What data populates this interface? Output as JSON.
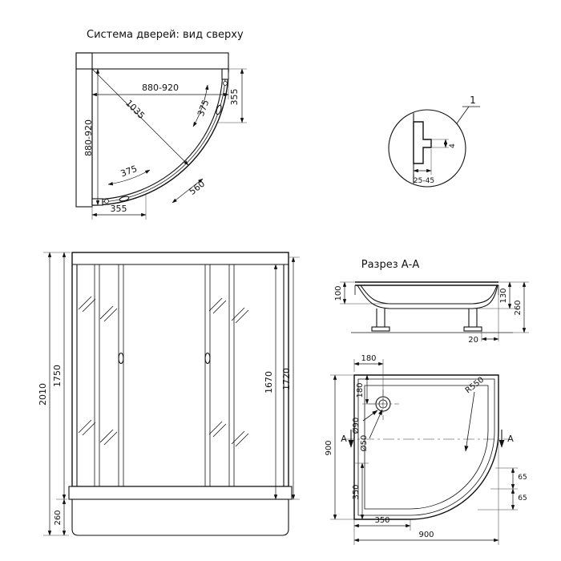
{
  "page": {
    "background": "#ffffff",
    "line_color": "#111111"
  },
  "top_view": {
    "title": "Система дверей: вид сверху",
    "dim_width_top": "880-920",
    "dim_side_right": "355",
    "dim_diagonal": "1035",
    "dim_door_right": "375",
    "dim_width_left": "880-920",
    "dim_door_left": "375",
    "dim_arc_chord": "560",
    "dim_side_bottom": "355"
  },
  "detail_callout": {
    "label": "1",
    "dim_adjust_range": "25-45",
    "dim_profile_step": "4"
  },
  "front_view": {
    "dim_total_height": "2010",
    "dim_frame_height": "1750",
    "dim_tray_height": "260",
    "dim_door_height": "1670",
    "dim_glass_height": "1720"
  },
  "section_view": {
    "title": "Разрез А-А",
    "dim_bowl_depth": "100",
    "dim_rim_height": "130",
    "dim_total_height": "260",
    "dim_leg_offset": "20"
  },
  "tray_view": {
    "dim_drain_x": "180",
    "dim_drain_y": "180",
    "dim_drain_outer": "Ø90",
    "dim_drain_inner": "Ø50",
    "dim_side_left": "900",
    "dim_straight_left": "350",
    "dim_straight_bottom": "350",
    "dim_side_bottom": "900",
    "dim_corner_radius": "R550",
    "dim_edge_a": "65",
    "dim_edge_b": "65",
    "section_marker_left": "A",
    "section_marker_right": "A"
  }
}
